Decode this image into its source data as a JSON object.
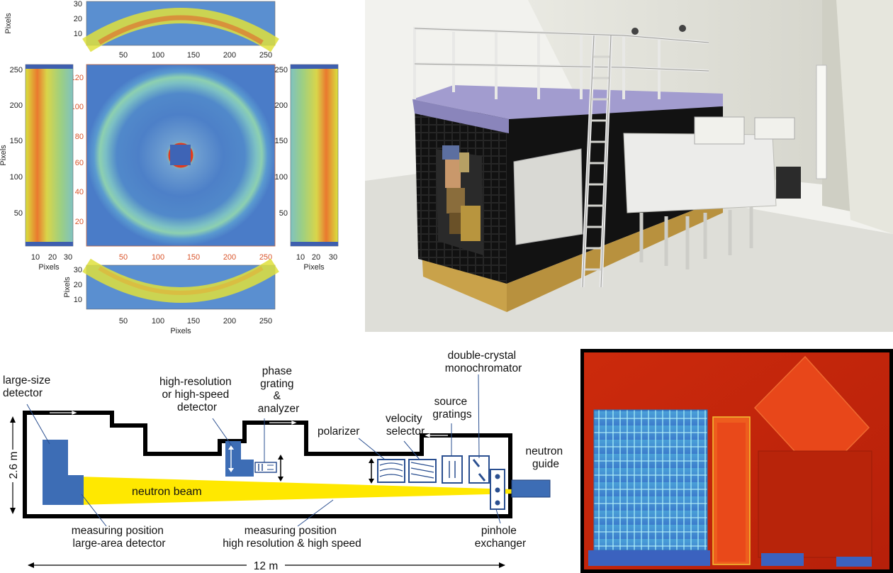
{
  "detector_panels": {
    "top_strip": {
      "y_label": "Pixels",
      "y_ticks": [
        "30",
        "20",
        "10"
      ],
      "x_ticks": [
        "50",
        "100",
        "150",
        "200",
        "250"
      ]
    },
    "center": {
      "left_ticks": [
        "120",
        "100",
        "80",
        "60",
        "40",
        "20"
      ],
      "bottom_ticks": [
        "50",
        "100",
        "150",
        "200",
        "250"
      ],
      "tick_color": "#d9542a"
    },
    "left_strip": {
      "y_label": "Pixels",
      "y_ticks": [
        "250",
        "200",
        "150",
        "100",
        "50"
      ],
      "x_label": "Pixels",
      "x_ticks": [
        "10",
        "20",
        "30"
      ]
    },
    "right_strip": {
      "y_ticks": [
        "250",
        "200",
        "150",
        "100",
        "50"
      ],
      "x_label": "Pixels",
      "x_ticks": [
        "10",
        "20",
        "30"
      ]
    },
    "bottom_strip": {
      "y_label": "Pixels",
      "y_ticks": [
        "30",
        "20",
        "10"
      ],
      "x_label": "Pixels",
      "x_ticks": [
        "50",
        "100",
        "150",
        "200",
        "250"
      ]
    }
  },
  "schematic": {
    "labels": {
      "large_size_detector": [
        "large-size",
        "detector"
      ],
      "high_res_detector": [
        "high-resolution",
        "or high-speed",
        "detector"
      ],
      "phase_grating": [
        "phase",
        "grating",
        "&",
        "analyzer"
      ],
      "polarizer": "polarizer",
      "velocity_selector": [
        "velocity",
        "selector"
      ],
      "source_gratings": [
        "source",
        "gratings"
      ],
      "monochromator": [
        "double-crystal",
        "monochromator"
      ],
      "neutron_guide": [
        "neutron",
        "guide"
      ],
      "neutron_beam": "neutron beam",
      "pos_large_area": [
        "measuring position",
        "large-area detector"
      ],
      "pos_high_res": [
        "measuring position",
        "high resolution & high speed"
      ],
      "pinhole": [
        "pinhole",
        "exchanger"
      ]
    },
    "height_dim": "2.6 m",
    "length_dim": "12 m",
    "colors": {
      "beam": "#ffe800",
      "component": "#3d6db5",
      "wall": "#000000"
    }
  }
}
